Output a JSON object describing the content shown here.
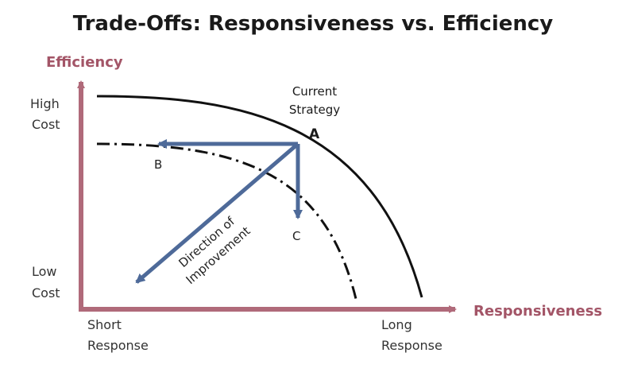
{
  "title": "Trade-Offs: Responsiveness vs. Efficiency",
  "y_axis": {
    "label": "Efficiency",
    "high_label_line1": "High",
    "high_label_line2": "Cost",
    "low_label_line1": "Low",
    "low_label_line2": "Cost"
  },
  "x_axis": {
    "label": "Responsiveness",
    "short_label_line1": "Short",
    "short_label_line2": "Response",
    "long_label_line1": "Long",
    "long_label_line2": "Response"
  },
  "points": {
    "a_label": "A",
    "a_caption_line1": "Current",
    "a_caption_line2": "Strategy",
    "b_label": "B",
    "c_label": "C"
  },
  "direction_label_line1": "Direction of",
  "direction_label_line2": "Improvement",
  "colors": {
    "axis": "#b06a7a",
    "axis_text": "#a35567",
    "arrow": "#4e6a99",
    "curve": "#111111"
  }
}
